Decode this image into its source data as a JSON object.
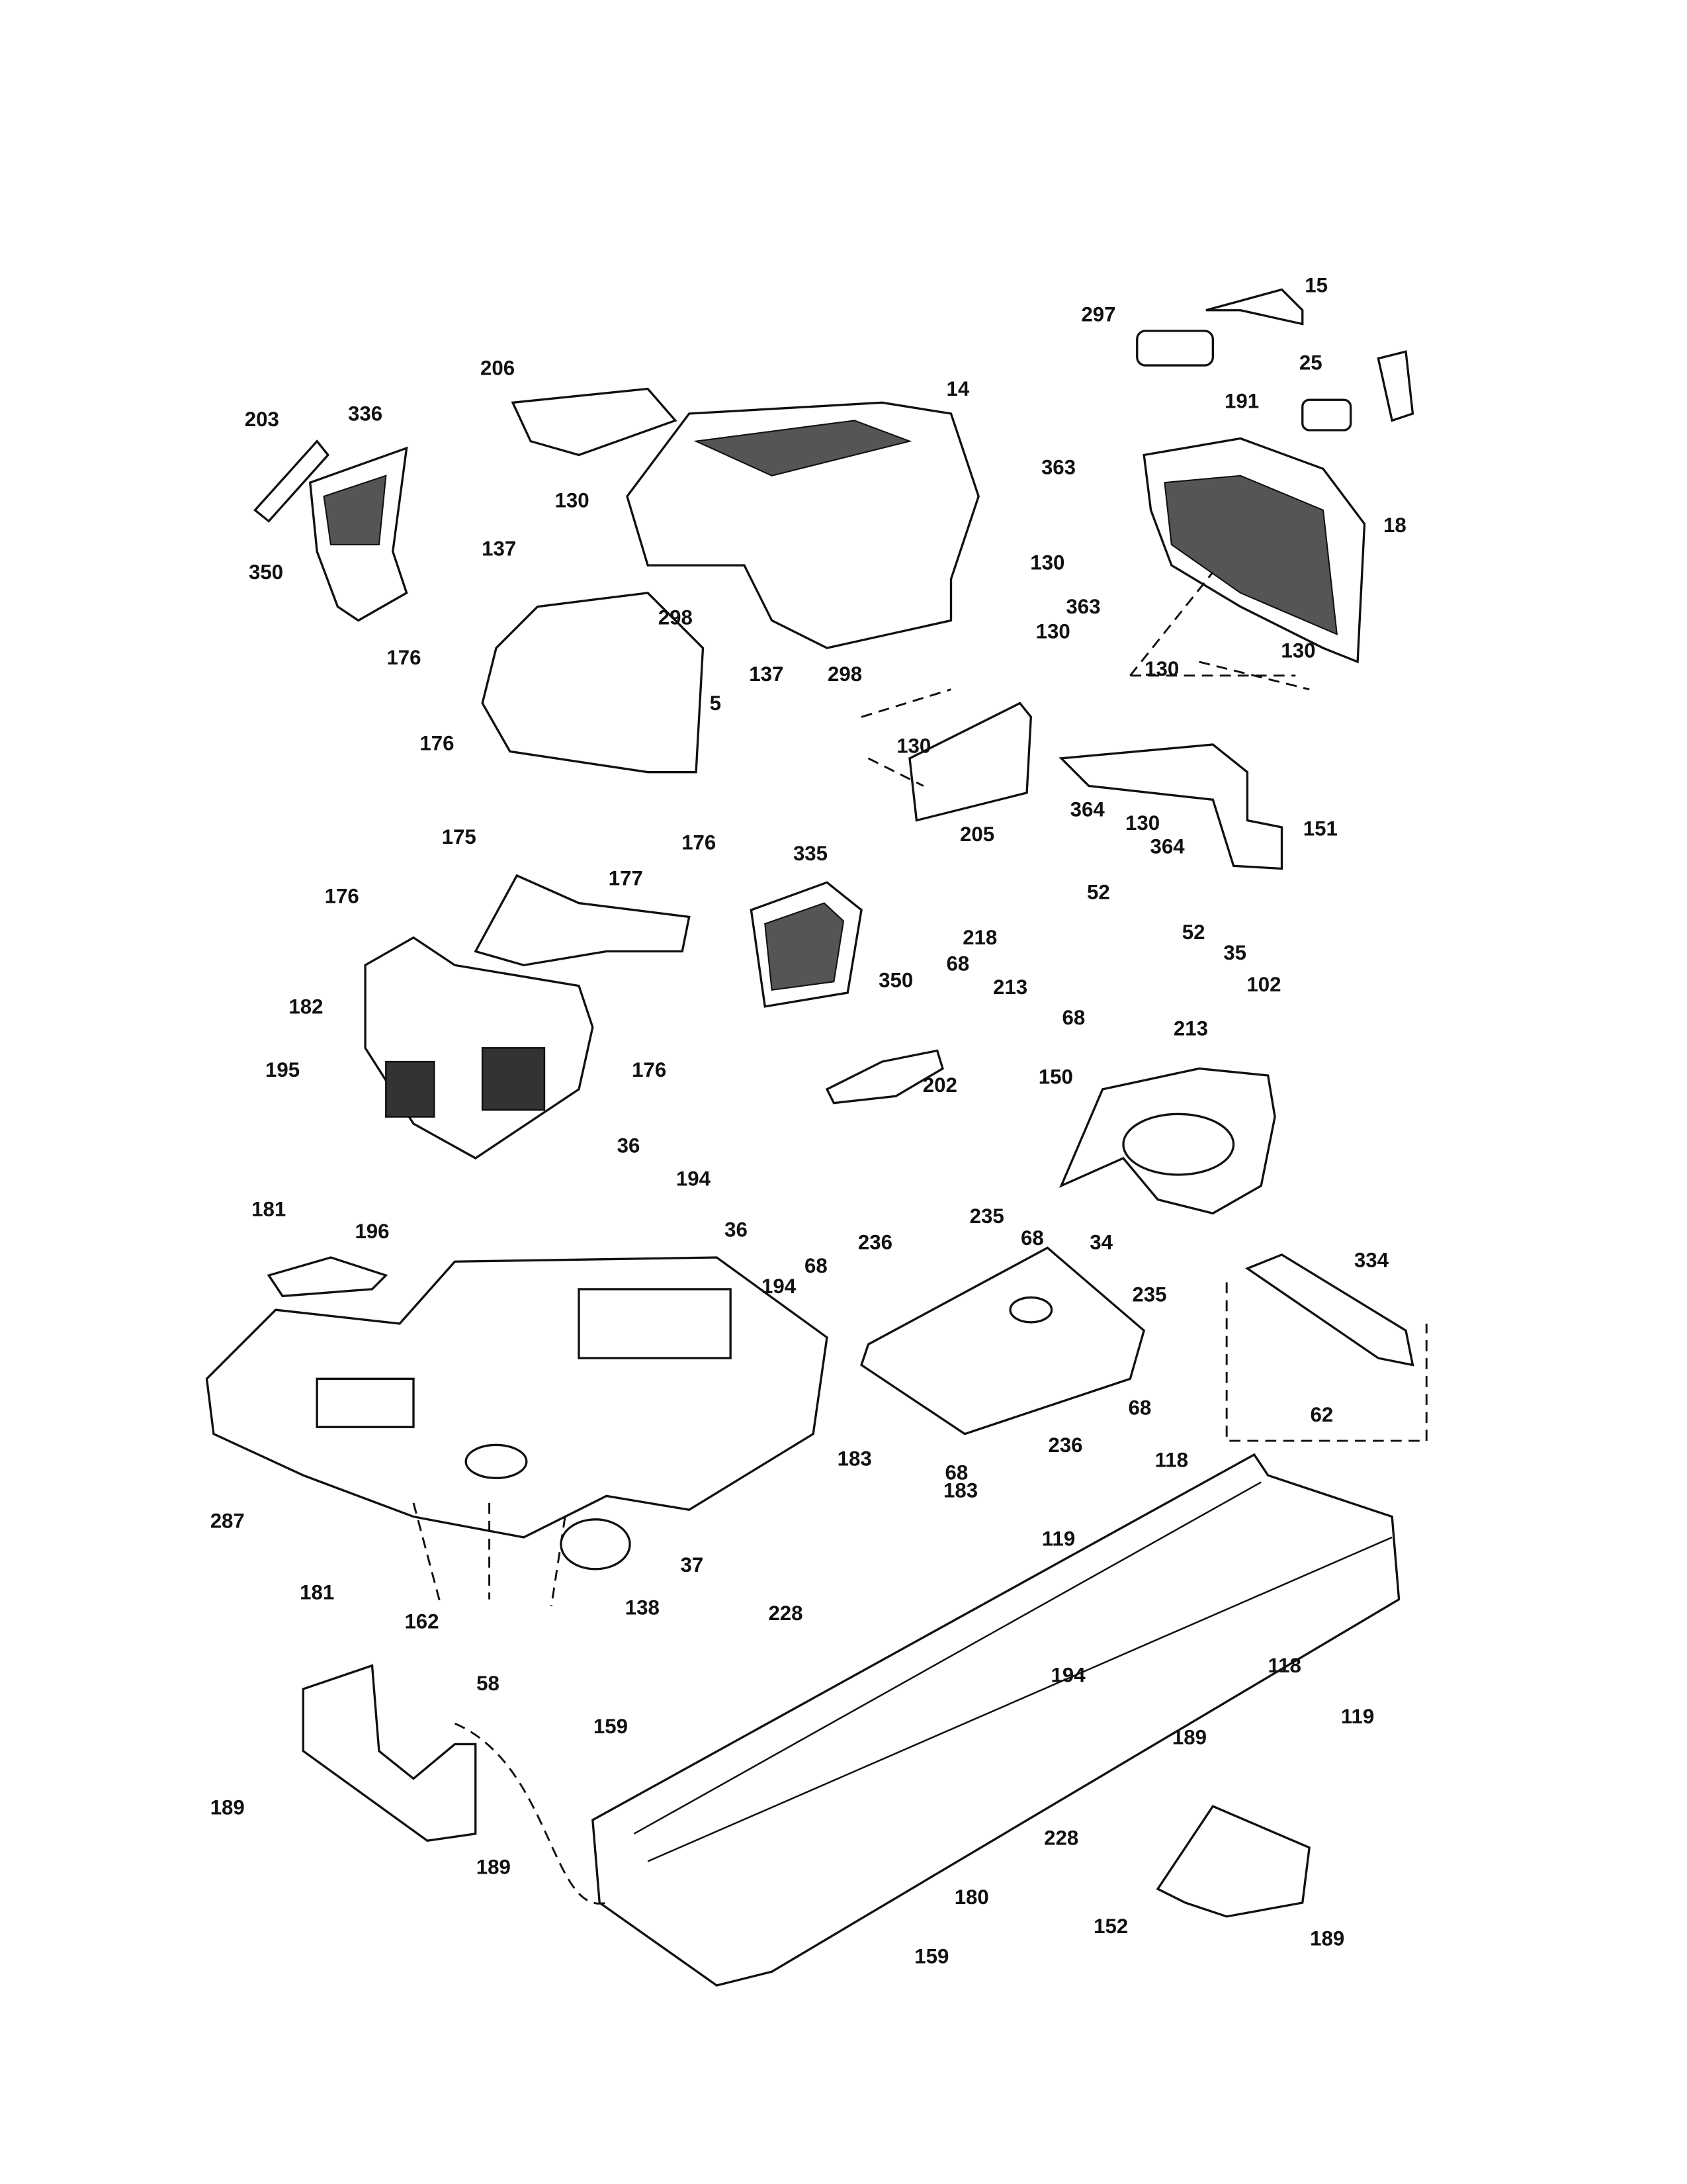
{
  "diagram": {
    "type": "exploded parts diagram",
    "callouts": [
      "15",
      "297",
      "25",
      "191",
      "14",
      "206",
      "203",
      "336",
      "130",
      "350",
      "363",
      "18",
      "130",
      "137",
      "363",
      "130",
      "130",
      "130",
      "298",
      "298",
      "137",
      "176",
      "5",
      "176",
      "176",
      "130",
      "205",
      "364",
      "130",
      "364",
      "151",
      "175",
      "177",
      "335",
      "52",
      "52",
      "218",
      "35",
      "68",
      "102",
      "213",
      "176",
      "350",
      "182",
      "68",
      "213",
      "176",
      "195",
      "202",
      "150",
      "36",
      "194",
      "181",
      "196",
      "235",
      "236",
      "68",
      "34",
      "36",
      "194",
      "68",
      "235",
      "334",
      "62",
      "68",
      "236",
      "183",
      "68",
      "183",
      "118",
      "119",
      "287",
      "37",
      "181",
      "162",
      "138",
      "228",
      "194",
      "118",
      "119",
      "58",
      "159",
      "189",
      "189",
      "228",
      "189",
      "180",
      "152",
      "189",
      "159"
    ]
  }
}
